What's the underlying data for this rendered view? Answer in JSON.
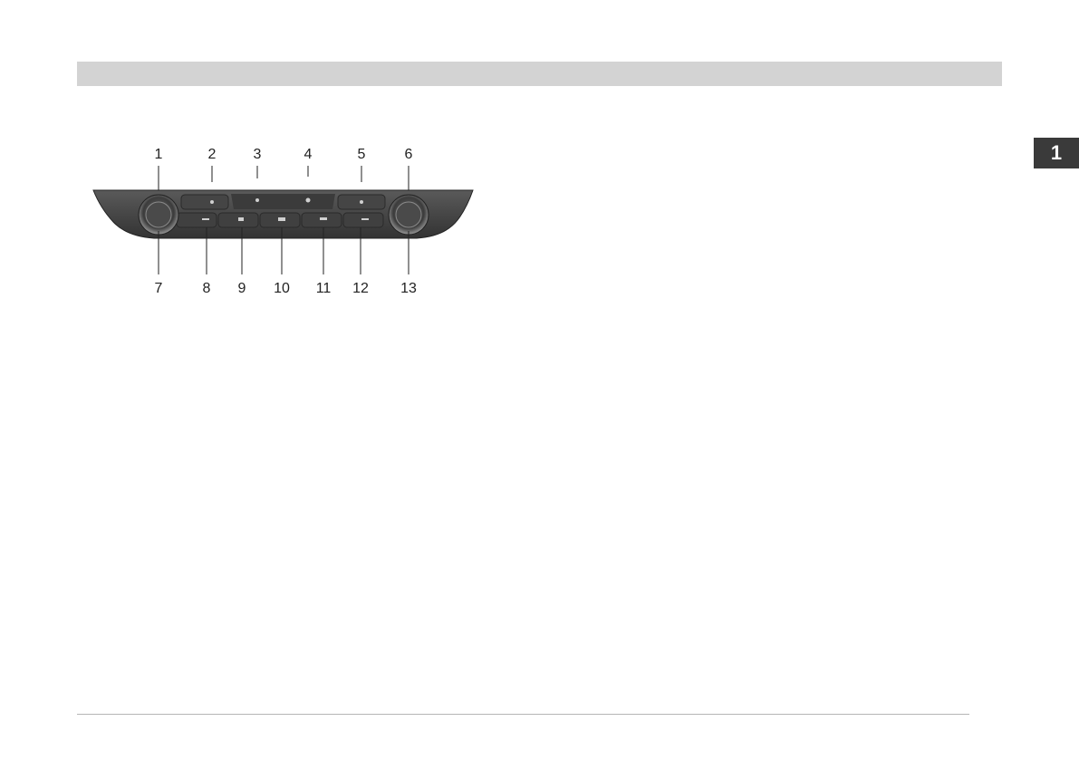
{
  "page": {
    "chapter_tab": "1"
  },
  "figure": {
    "callouts_top": [
      "1",
      "2",
      "3",
      "4",
      "5",
      "6"
    ],
    "callouts_bottom": [
      "7",
      "8",
      "9",
      "10",
      "11",
      "12",
      "13"
    ]
  },
  "colors": {
    "panel": "#4a4a4a",
    "panel_dark": "#2e2e2e",
    "header_bar": "#d3d3d3",
    "tab": "#3a3a3a"
  }
}
